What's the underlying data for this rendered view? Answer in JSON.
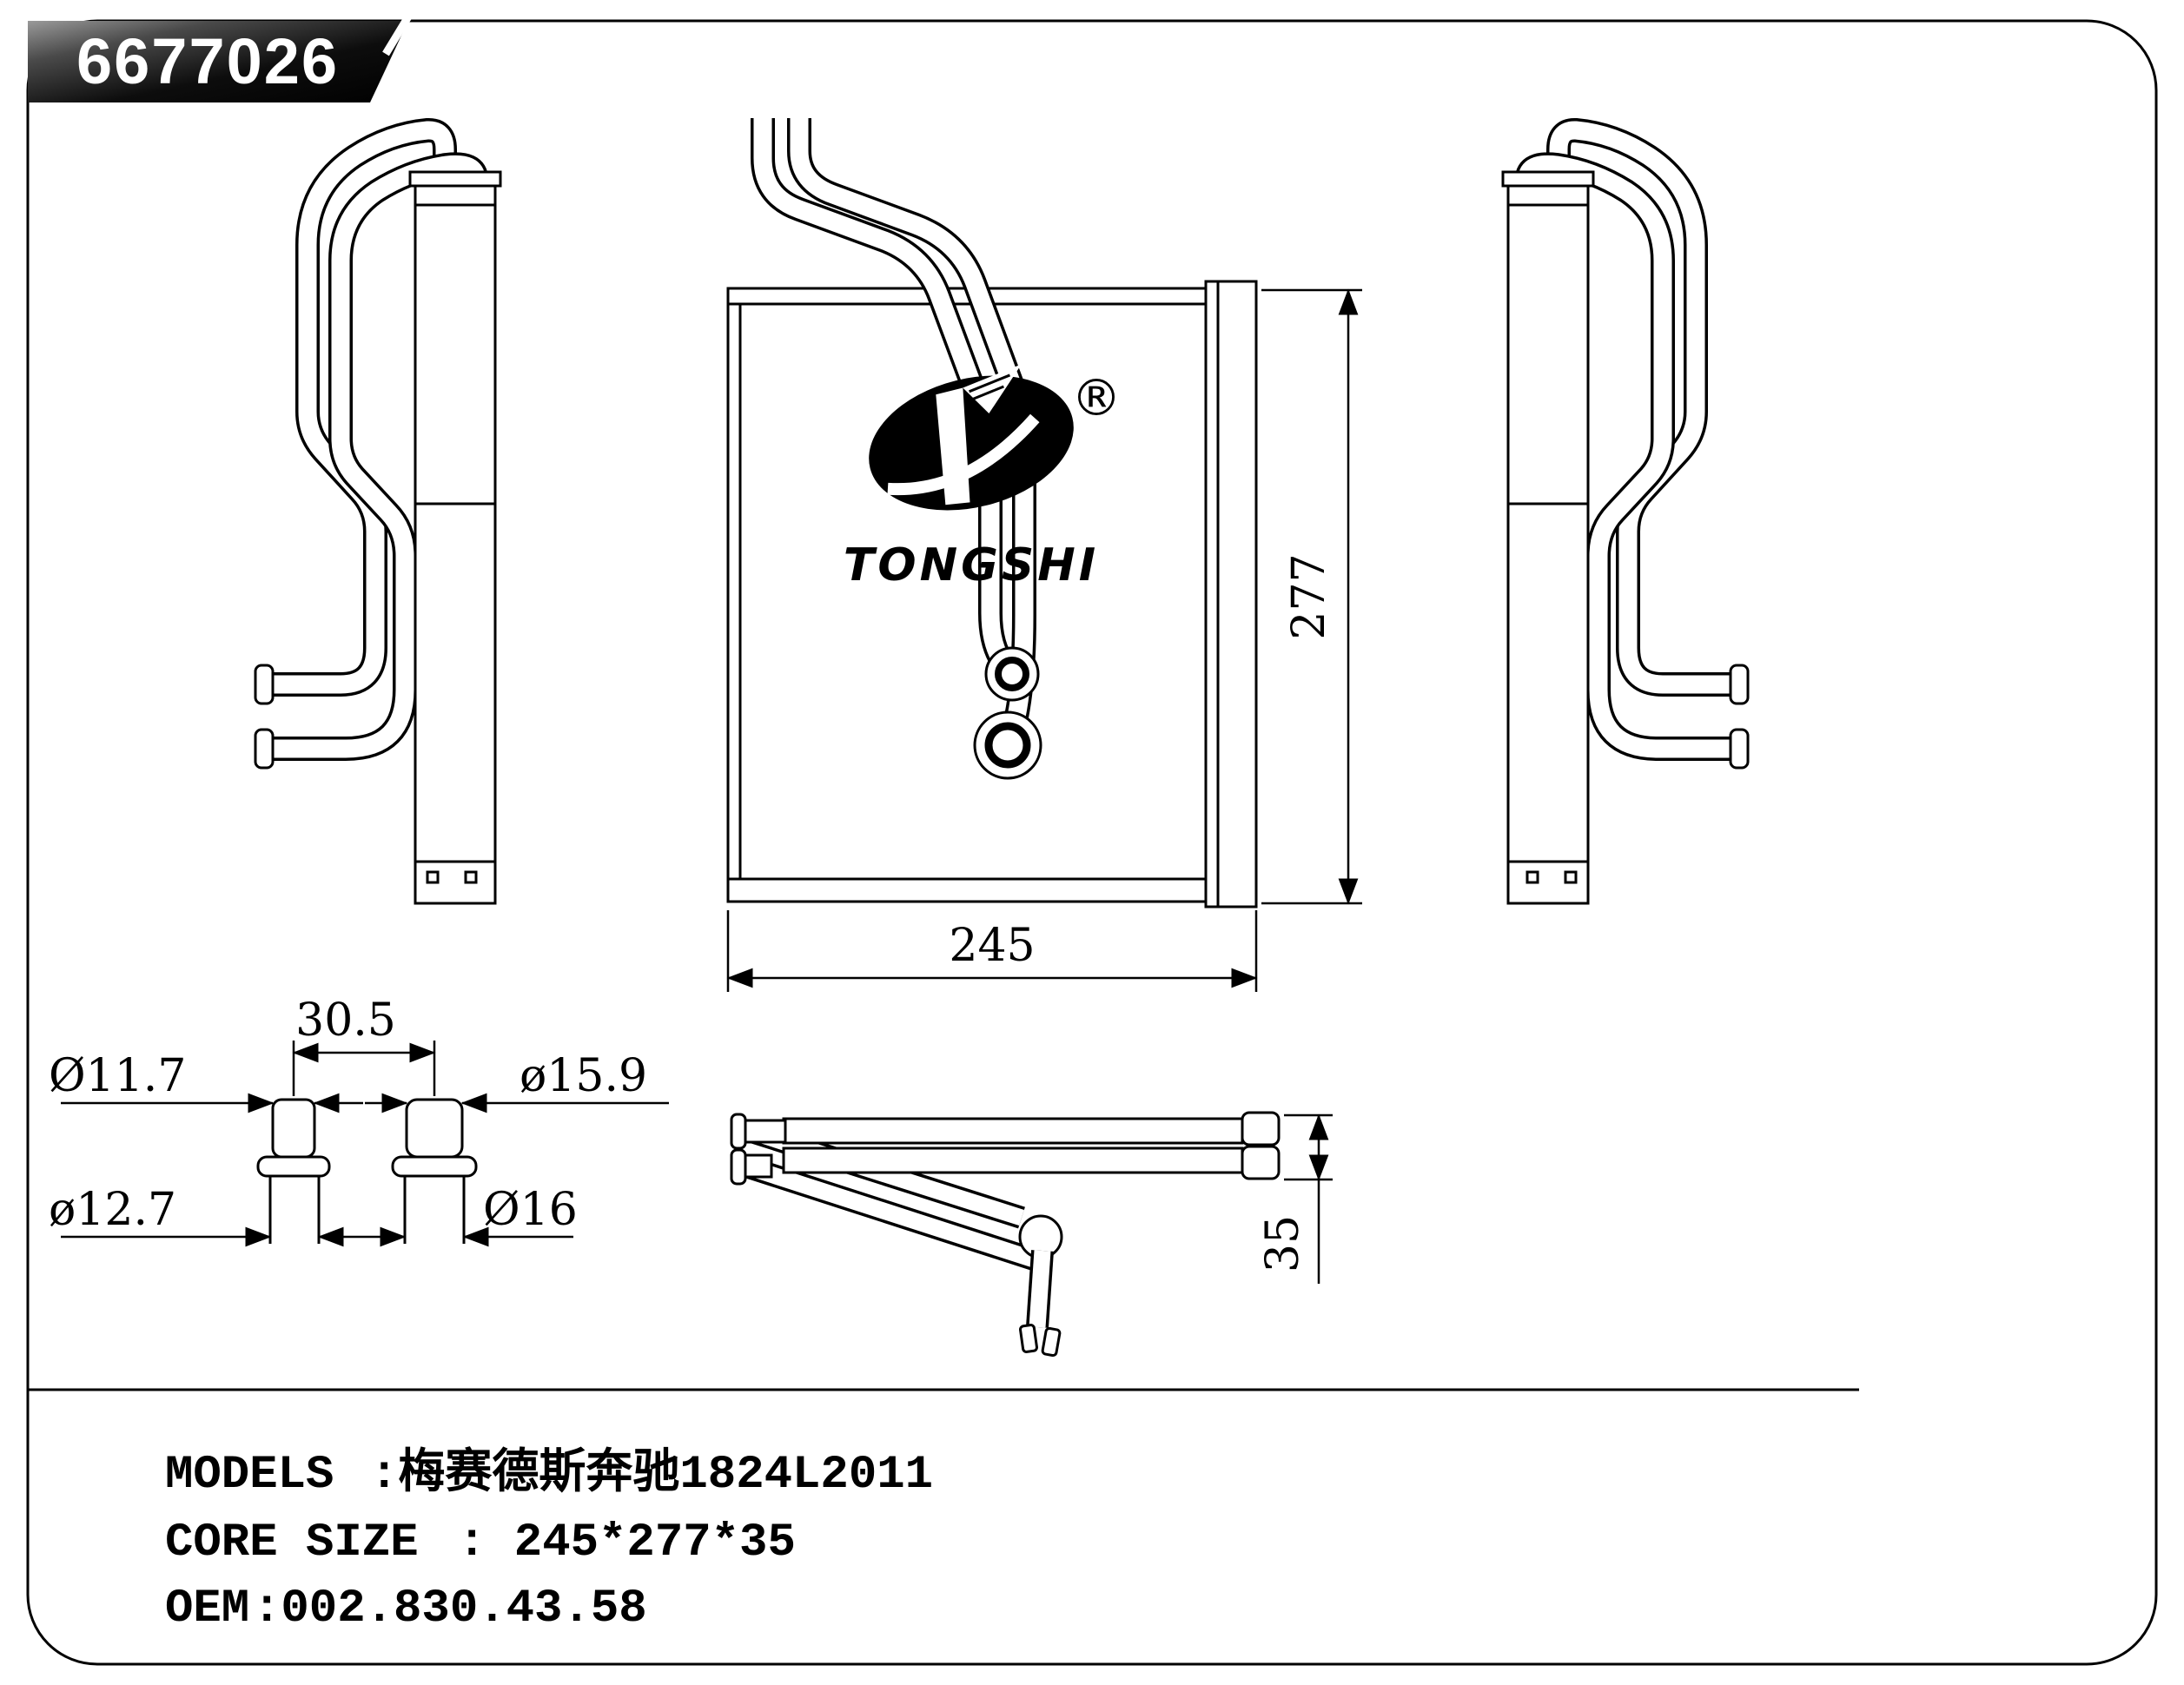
{
  "banner": {
    "part_number": "6677026"
  },
  "logo": {
    "brand": "TONGSHI",
    "registered": "®"
  },
  "drawing": {
    "dim_width": "245",
    "dim_height": "277",
    "dim_depth": "35",
    "dim_pipe_distance": "30.5",
    "dim_pipe_small_top": "Ø11.7",
    "dim_pipe_large_top": "ø15.9",
    "dim_pipe_small_flange": "ø12.7",
    "dim_pipe_large_flange": "Ø16"
  },
  "info": {
    "models_label": "MODELS",
    "models_value": ":梅赛德斯奔驰1824L2011",
    "core_size_label": "CORE SIZE",
    "core_size_value": ": 245*277*35",
    "oem_label": "OEM",
    "oem_value": ":002.830.43.58"
  },
  "colors": {
    "line": "#000000",
    "banner_dark": "#0d0d0d",
    "banner_light": "#9a9a9a"
  }
}
